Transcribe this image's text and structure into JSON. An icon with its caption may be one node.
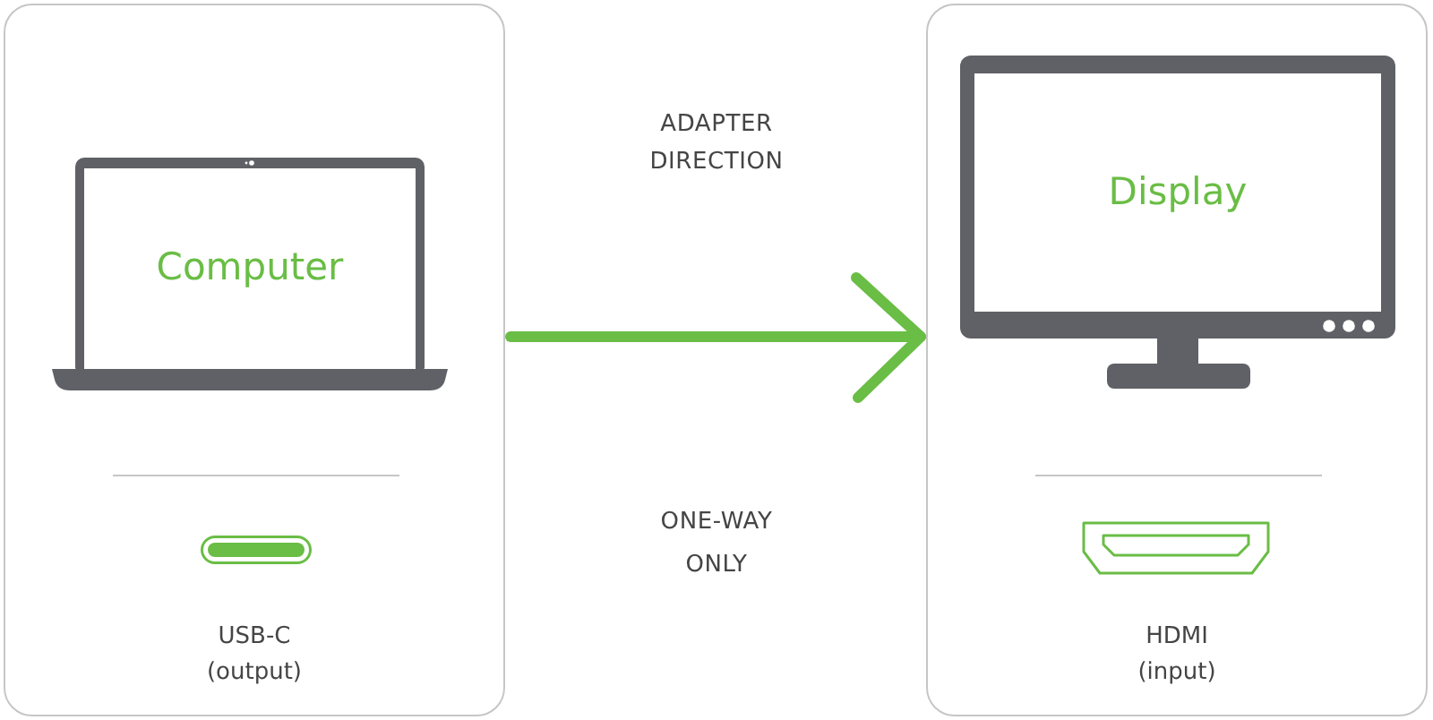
{
  "diagram": {
    "nodes": [
      {
        "text": [
          "USB-C (output)"
        ]
      },
      {
        "text": [
          "Computer"
        ],
        "in": 0
      },
      {
        "text": [
          "HDMI (input)"
        ]
      },
      {
        "text": [
          "Display"
        ],
        "in": 2
      }
    ],
    "edges": [
      {
        "from": 0,
        "to": 2,
        "arrow": "to"
      }
    ],
    "labels": [
      "ADAPTER DIRECTION",
      "ONE-WAY ONLY"
    ]
  }
}
